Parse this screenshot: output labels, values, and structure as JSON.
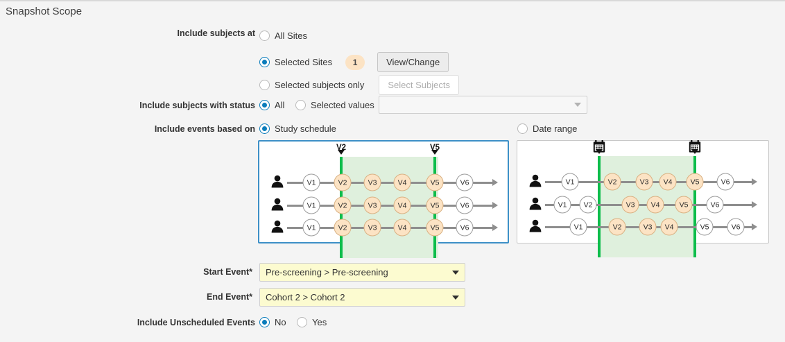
{
  "page_title": "Snapshot Scope",
  "fields": {
    "include_subjects_at": {
      "label": "Include subjects at",
      "options": [
        {
          "label": "All Sites",
          "selected": false
        },
        {
          "label": "Selected Sites",
          "selected": true
        },
        {
          "label": "Selected subjects only",
          "selected": false
        }
      ],
      "site_count_badge": "1",
      "view_change_button": "View/Change",
      "select_subjects_button": "Select Subjects"
    },
    "include_subjects_with_status": {
      "label": "Include subjects with status",
      "options": [
        {
          "label": "All",
          "selected": true
        },
        {
          "label": "Selected values",
          "selected": false
        }
      ],
      "values_dropdown": {
        "value": "",
        "placeholder": ""
      }
    },
    "include_events_based_on": {
      "label": "Include events based on",
      "options": [
        {
          "label": "Study schedule",
          "selected": true
        },
        {
          "label": "Date range",
          "selected": false
        }
      ]
    },
    "start_event": {
      "label": "Start Event*",
      "value": "Pre-screening > Pre-screening"
    },
    "end_event": {
      "label": "End Event*",
      "value": "Cohort 2 > Cohort 2"
    },
    "include_unscheduled_events": {
      "label": "Include Unscheduled Events",
      "options": [
        {
          "label": "No",
          "selected": true
        },
        {
          "label": "Yes",
          "selected": false
        }
      ]
    }
  },
  "diagrams": {
    "study_schedule": {
      "name": "study-schedule-diagram",
      "selected": true,
      "boundary_markers": [
        {
          "label": "V2",
          "icon": "triangle-marker"
        },
        {
          "label": "V5",
          "icon": "triangle-marker"
        }
      ],
      "rows": [
        {
          "subject_icon": "person-icon",
          "nodes": [
            {
              "label": "V1",
              "in_range": false
            },
            {
              "label": "V2",
              "in_range": true
            },
            {
              "label": "V3",
              "in_range": true
            },
            {
              "label": "V4",
              "in_range": true
            },
            {
              "label": "V5",
              "in_range": true
            },
            {
              "label": "V6",
              "in_range": false
            }
          ]
        },
        {
          "subject_icon": "person-icon",
          "nodes": [
            {
              "label": "V1",
              "in_range": false
            },
            {
              "label": "V2",
              "in_range": true
            },
            {
              "label": "V3",
              "in_range": true
            },
            {
              "label": "V4",
              "in_range": true
            },
            {
              "label": "V5",
              "in_range": true
            },
            {
              "label": "V6",
              "in_range": false
            }
          ]
        },
        {
          "subject_icon": "person-icon",
          "nodes": [
            {
              "label": "V1",
              "in_range": false
            },
            {
              "label": "V2",
              "in_range": true
            },
            {
              "label": "V3",
              "in_range": true
            },
            {
              "label": "V4",
              "in_range": true
            },
            {
              "label": "V5",
              "in_range": true
            },
            {
              "label": "V6",
              "in_range": false
            }
          ]
        }
      ]
    },
    "date_range": {
      "name": "date-range-diagram",
      "selected": false,
      "boundary_markers": [
        {
          "label": "",
          "icon": "calendar-icon"
        },
        {
          "label": "",
          "icon": "calendar-icon"
        }
      ],
      "rows": [
        {
          "subject_icon": "person-icon",
          "nodes": [
            {
              "label": "V1",
              "in_range": false
            },
            {
              "label": "V2",
              "in_range": true
            },
            {
              "label": "V3",
              "in_range": true
            },
            {
              "label": "V4",
              "in_range": true
            },
            {
              "label": "V5",
              "in_range": true
            },
            {
              "label": "V6",
              "in_range": false
            }
          ]
        },
        {
          "subject_icon": "person-icon",
          "nodes": [
            {
              "label": "V1",
              "in_range": false
            },
            {
              "label": "V2",
              "in_range": false
            },
            {
              "label": "V3",
              "in_range": true
            },
            {
              "label": "V4",
              "in_range": true
            },
            {
              "label": "V5",
              "in_range": true
            },
            {
              "label": "V6",
              "in_range": false
            }
          ]
        },
        {
          "subject_icon": "person-icon",
          "nodes": [
            {
              "label": "V1",
              "in_range": false
            },
            {
              "label": "V2",
              "in_range": true
            },
            {
              "label": "V3",
              "in_range": true
            },
            {
              "label": "V4",
              "in_range": true
            },
            {
              "label": "V5",
              "in_range": false
            },
            {
              "label": "V6",
              "in_range": false
            }
          ]
        }
      ]
    }
  },
  "colors": {
    "accent": "#0a7cbb",
    "range_band": "#dff0dd",
    "range_line": "#0dbd4b",
    "node_in_range": "#fce3c4",
    "dropdown_yellow": "#fcfbd0",
    "panel_selected_border": "#3d90c7"
  }
}
